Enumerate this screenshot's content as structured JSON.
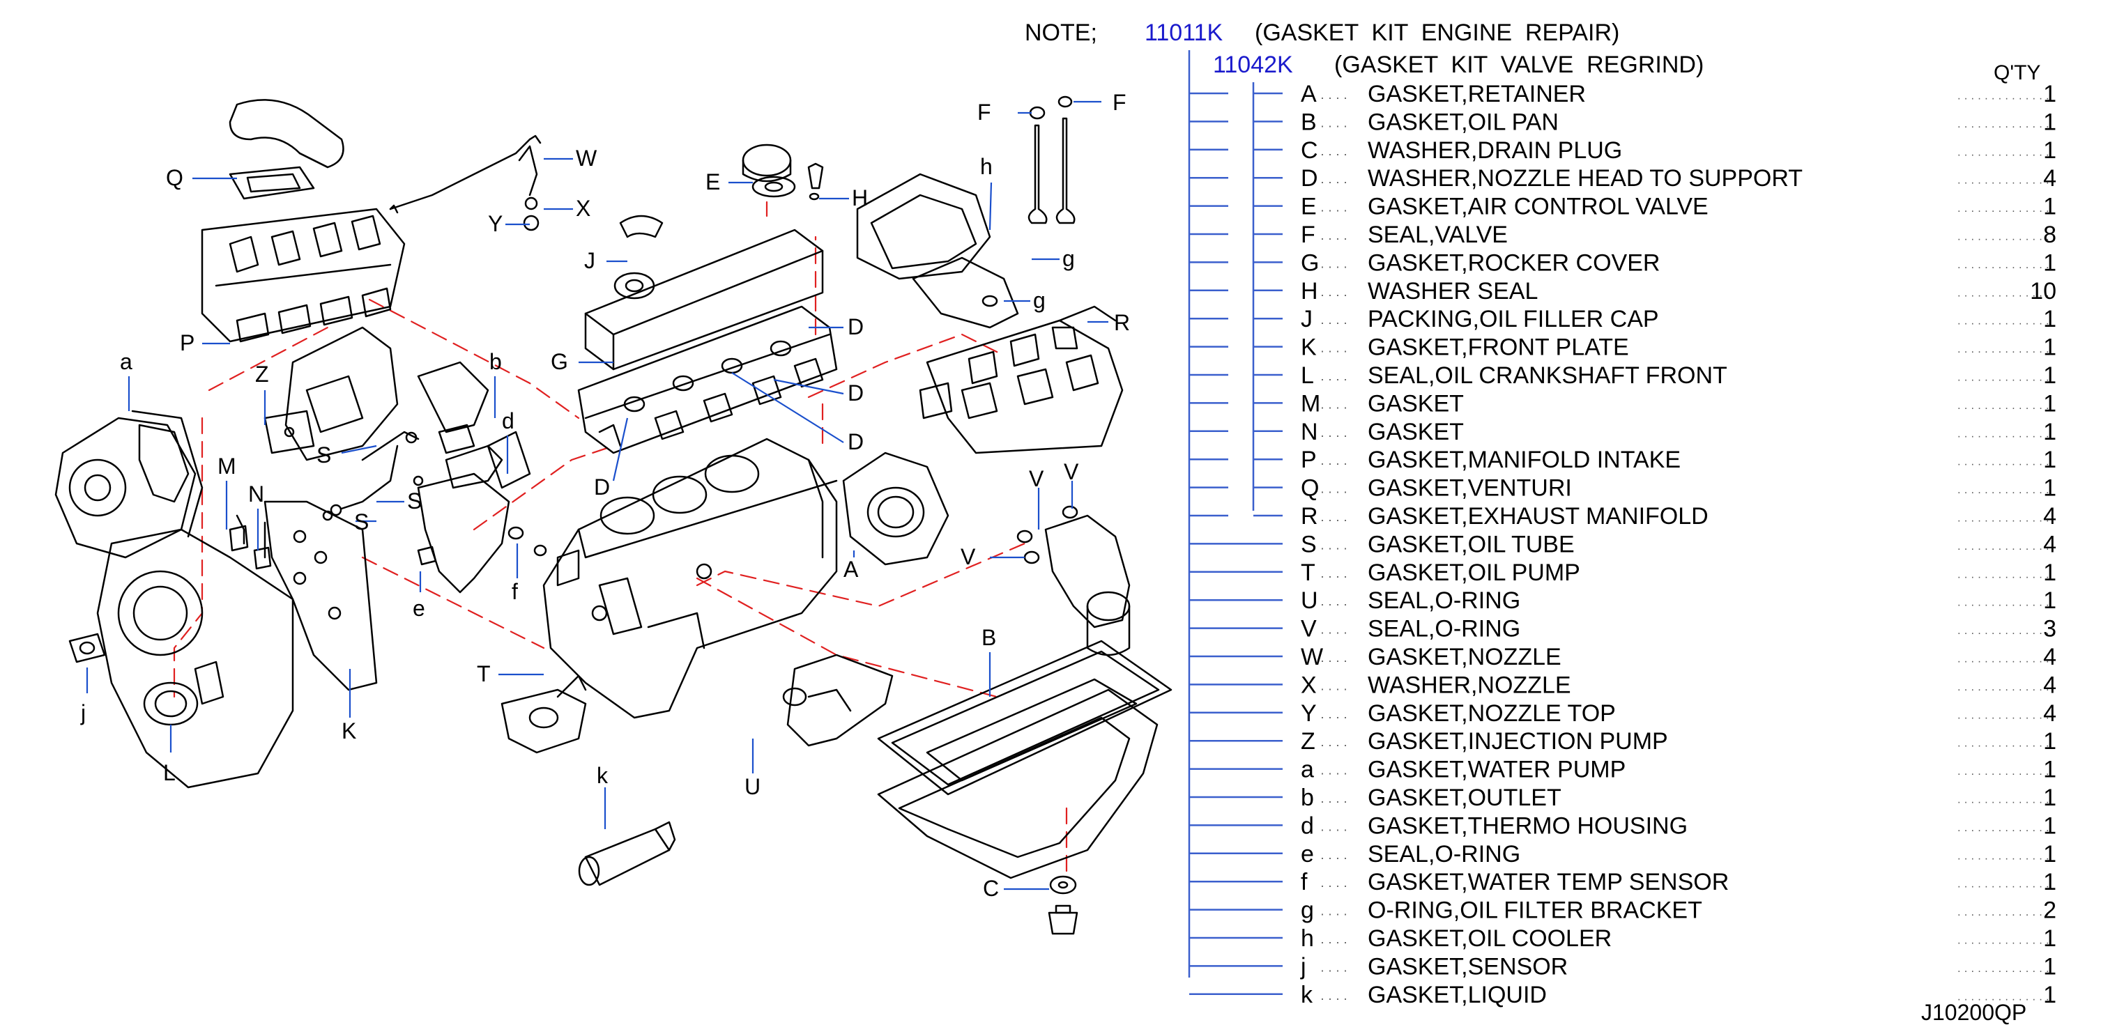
{
  "note": {
    "label": "NOTE;",
    "kit_engine": {
      "code": "11011K",
      "name": "(GASKET  KIT  ENGINE  REPAIR)"
    },
    "kit_valve": {
      "code": "11042K",
      "name": "(GASKET  KIT  VALVE  REGRIND)"
    },
    "qty_header": "Q'TY"
  },
  "colors": {
    "line": "#000000",
    "code": "#1a1acc",
    "tree": "#3a5fcd",
    "dash": "#e02020"
  },
  "parts": [
    {
      "key": "A",
      "name": "GASKET,RETAINER",
      "qty": "1",
      "kits": "both"
    },
    {
      "key": "B",
      "name": "GASKET,OIL  PAN",
      "qty": "1",
      "kits": "both"
    },
    {
      "key": "C",
      "name": "WASHER,DRAIN  PLUG",
      "qty": "1",
      "kits": "both"
    },
    {
      "key": "D",
      "name": "WASHER,NOZZLE  HEAD  TO  SUPPORT",
      "qty": "4",
      "kits": "both"
    },
    {
      "key": "E",
      "name": "GASKET,AIR  CONTROL  VALVE",
      "qty": "1",
      "kits": "both"
    },
    {
      "key": "F",
      "name": "SEAL,VALVE",
      "qty": "8",
      "kits": "both"
    },
    {
      "key": "G",
      "name": "GASKET,ROCKER  COVER",
      "qty": "1",
      "kits": "both"
    },
    {
      "key": "H",
      "name": "WASHER  SEAL",
      "qty": "10",
      "kits": "both"
    },
    {
      "key": "J",
      "name": "PACKING,OIL  FILLER  CAP",
      "qty": "1",
      "kits": "both"
    },
    {
      "key": "K",
      "name": "GASKET,FRONT  PLATE",
      "qty": "1",
      "kits": "both"
    },
    {
      "key": "L",
      "name": "SEAL,OIL  CRANKSHAFT  FRONT",
      "qty": "1",
      "kits": "both"
    },
    {
      "key": "M",
      "name": "GASKET",
      "qty": "1",
      "kits": "both"
    },
    {
      "key": "N",
      "name": "GASKET",
      "qty": "1",
      "kits": "both"
    },
    {
      "key": "P",
      "name": "GASKET,MANIFOLD  INTAKE",
      "qty": "1",
      "kits": "both"
    },
    {
      "key": "Q",
      "name": "GASKET,VENTURI",
      "qty": "1",
      "kits": "both"
    },
    {
      "key": "R",
      "name": "GASKET,EXHAUST  MANIFOLD",
      "qty": "4",
      "kits": "both"
    },
    {
      "key": "S",
      "name": "GASKET,OIL  TUBE",
      "qty": "4",
      "kits": "engine"
    },
    {
      "key": "T",
      "name": "GASKET,OIL  PUMP",
      "qty": "1",
      "kits": "engine"
    },
    {
      "key": "U",
      "name": "SEAL,O-RING",
      "qty": "1",
      "kits": "engine"
    },
    {
      "key": "V",
      "name": "SEAL,O-RING",
      "qty": "3",
      "kits": "engine"
    },
    {
      "key": "W",
      "name": "GASKET,NOZZLE",
      "qty": "4",
      "kits": "engine"
    },
    {
      "key": "X",
      "name": "WASHER,NOZZLE",
      "qty": "4",
      "kits": "engine"
    },
    {
      "key": "Y",
      "name": "GASKET,NOZZLE  TOP",
      "qty": "4",
      "kits": "engine"
    },
    {
      "key": "Z",
      "name": "GASKET,INJECTION  PUMP",
      "qty": "1",
      "kits": "engine"
    },
    {
      "key": "a",
      "name": "GASKET,WATER  PUMP",
      "qty": "1",
      "kits": "engine"
    },
    {
      "key": "b",
      "name": "GASKET,OUTLET",
      "qty": "1",
      "kits": "engine"
    },
    {
      "key": "d",
      "name": "GASKET,THERMO  HOUSING",
      "qty": "1",
      "kits": "engine"
    },
    {
      "key": "e",
      "name": "SEAL,O-RING",
      "qty": "1",
      "kits": "engine"
    },
    {
      "key": "f",
      "name": "GASKET,WATER  TEMP  SENSOR",
      "qty": "1",
      "kits": "engine"
    },
    {
      "key": "g",
      "name": "O-RING,OIL  FILTER  BRACKET",
      "qty": "2",
      "kits": "engine"
    },
    {
      "key": "h",
      "name": "GASKET,OIL  COOLER",
      "qty": "1",
      "kits": "engine"
    },
    {
      "key": "j",
      "name": "GASKET,SENSOR",
      "qty": "1",
      "kits": "engine"
    },
    {
      "key": "k",
      "name": "GASKET,LIQUID",
      "qty": "1",
      "kits": "engine"
    }
  ],
  "callouts": [
    {
      "label": "Q"
    },
    {
      "label": "W"
    },
    {
      "label": "X"
    },
    {
      "label": "Y"
    },
    {
      "label": "E"
    },
    {
      "label": "H"
    },
    {
      "label": "F"
    },
    {
      "label": "F"
    },
    {
      "label": "h"
    },
    {
      "label": "g"
    },
    {
      "label": "g"
    },
    {
      "label": "R"
    },
    {
      "label": "J"
    },
    {
      "label": "G"
    },
    {
      "label": "D"
    },
    {
      "label": "D"
    },
    {
      "label": "D"
    },
    {
      "label": "D"
    },
    {
      "label": "P"
    },
    {
      "label": "Z"
    },
    {
      "label": "a"
    },
    {
      "label": "b"
    },
    {
      "label": "d"
    },
    {
      "label": "S"
    },
    {
      "label": "S"
    },
    {
      "label": "S"
    },
    {
      "label": "M"
    },
    {
      "label": "N"
    },
    {
      "label": "e"
    },
    {
      "label": "f"
    },
    {
      "label": "V"
    },
    {
      "label": "V"
    },
    {
      "label": "V"
    },
    {
      "label": "A"
    },
    {
      "label": "T"
    },
    {
      "label": "B"
    },
    {
      "label": "U"
    },
    {
      "label": "K"
    },
    {
      "label": "L"
    },
    {
      "label": "j"
    },
    {
      "label": "k"
    },
    {
      "label": "C"
    }
  ],
  "footer_code": "J10200QP"
}
